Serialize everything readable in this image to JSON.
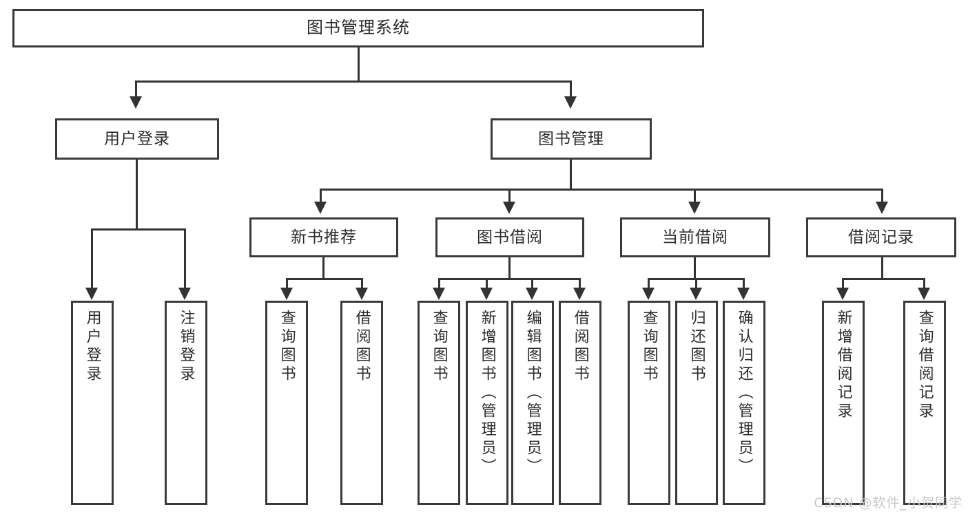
{
  "diagram": {
    "title": "图书管理系统",
    "watermark": "CSDN @软件_小贺同学",
    "levels": {
      "root": {
        "label": "图书管理系统"
      },
      "level2": [
        {
          "label": "用户登录"
        },
        {
          "label": "图书管理"
        }
      ],
      "level3": [
        {
          "label": "新书推荐"
        },
        {
          "label": "图书借阅"
        },
        {
          "label": "当前借阅"
        },
        {
          "label": "借阅记录"
        }
      ],
      "leaves": {
        "user_login": [
          {
            "label": "用户登录"
          },
          {
            "label": "注销登录"
          }
        ],
        "new_book_recommend": [
          {
            "label": "查询图书"
          },
          {
            "label": "借阅图书"
          }
        ],
        "book_borrow": [
          {
            "label": "查询图书"
          },
          {
            "label": "新增图书（管理员）"
          },
          {
            "label": "编辑图书（管理员）"
          },
          {
            "label": "借阅图书"
          }
        ],
        "current_borrow": [
          {
            "label": "查询图书"
          },
          {
            "label": "归还图书"
          },
          {
            "label": "确认归还（管理员）"
          }
        ],
        "borrow_record": [
          {
            "label": "新增借阅记录"
          },
          {
            "label": "查询借阅记录"
          }
        ]
      }
    },
    "colors": {
      "box_border": "#3a3a3a",
      "connector": "#333333",
      "background": "#ffffff",
      "text": "#2b2b2b",
      "watermark": "#c9c9c9"
    }
  },
  "chart_data": {
    "type": "tree",
    "title": "图书管理系统",
    "nodes": [
      {
        "id": "root",
        "label": "图书管理系统",
        "parent": null,
        "level": 0
      },
      {
        "id": "n1",
        "label": "用户登录",
        "parent": "root",
        "level": 1
      },
      {
        "id": "n2",
        "label": "图书管理",
        "parent": "root",
        "level": 1
      },
      {
        "id": "n1a",
        "label": "用户登录",
        "parent": "n1",
        "level": 2
      },
      {
        "id": "n1b",
        "label": "注销登录",
        "parent": "n1",
        "level": 2
      },
      {
        "id": "n2a",
        "label": "新书推荐",
        "parent": "n2",
        "level": 2
      },
      {
        "id": "n2b",
        "label": "图书借阅",
        "parent": "n2",
        "level": 2
      },
      {
        "id": "n2c",
        "label": "当前借阅",
        "parent": "n2",
        "level": 2
      },
      {
        "id": "n2d",
        "label": "借阅记录",
        "parent": "n2",
        "level": 2
      },
      {
        "id": "n2a1",
        "label": "查询图书",
        "parent": "n2a",
        "level": 3
      },
      {
        "id": "n2a2",
        "label": "借阅图书",
        "parent": "n2a",
        "level": 3
      },
      {
        "id": "n2b1",
        "label": "查询图书",
        "parent": "n2b",
        "level": 3
      },
      {
        "id": "n2b2",
        "label": "新增图书（管理员）",
        "parent": "n2b",
        "level": 3
      },
      {
        "id": "n2b3",
        "label": "编辑图书（管理员）",
        "parent": "n2b",
        "level": 3
      },
      {
        "id": "n2b4",
        "label": "借阅图书",
        "parent": "n2b",
        "level": 3
      },
      {
        "id": "n2c1",
        "label": "查询图书",
        "parent": "n2c",
        "level": 3
      },
      {
        "id": "n2c2",
        "label": "归还图书",
        "parent": "n2c",
        "level": 3
      },
      {
        "id": "n2c3",
        "label": "确认归还（管理员）",
        "parent": "n2c",
        "level": 3
      },
      {
        "id": "n2d1",
        "label": "新增借阅记录",
        "parent": "n2d",
        "level": 3
      },
      {
        "id": "n2d2",
        "label": "查询借阅记录",
        "parent": "n2d",
        "level": 3
      }
    ]
  }
}
